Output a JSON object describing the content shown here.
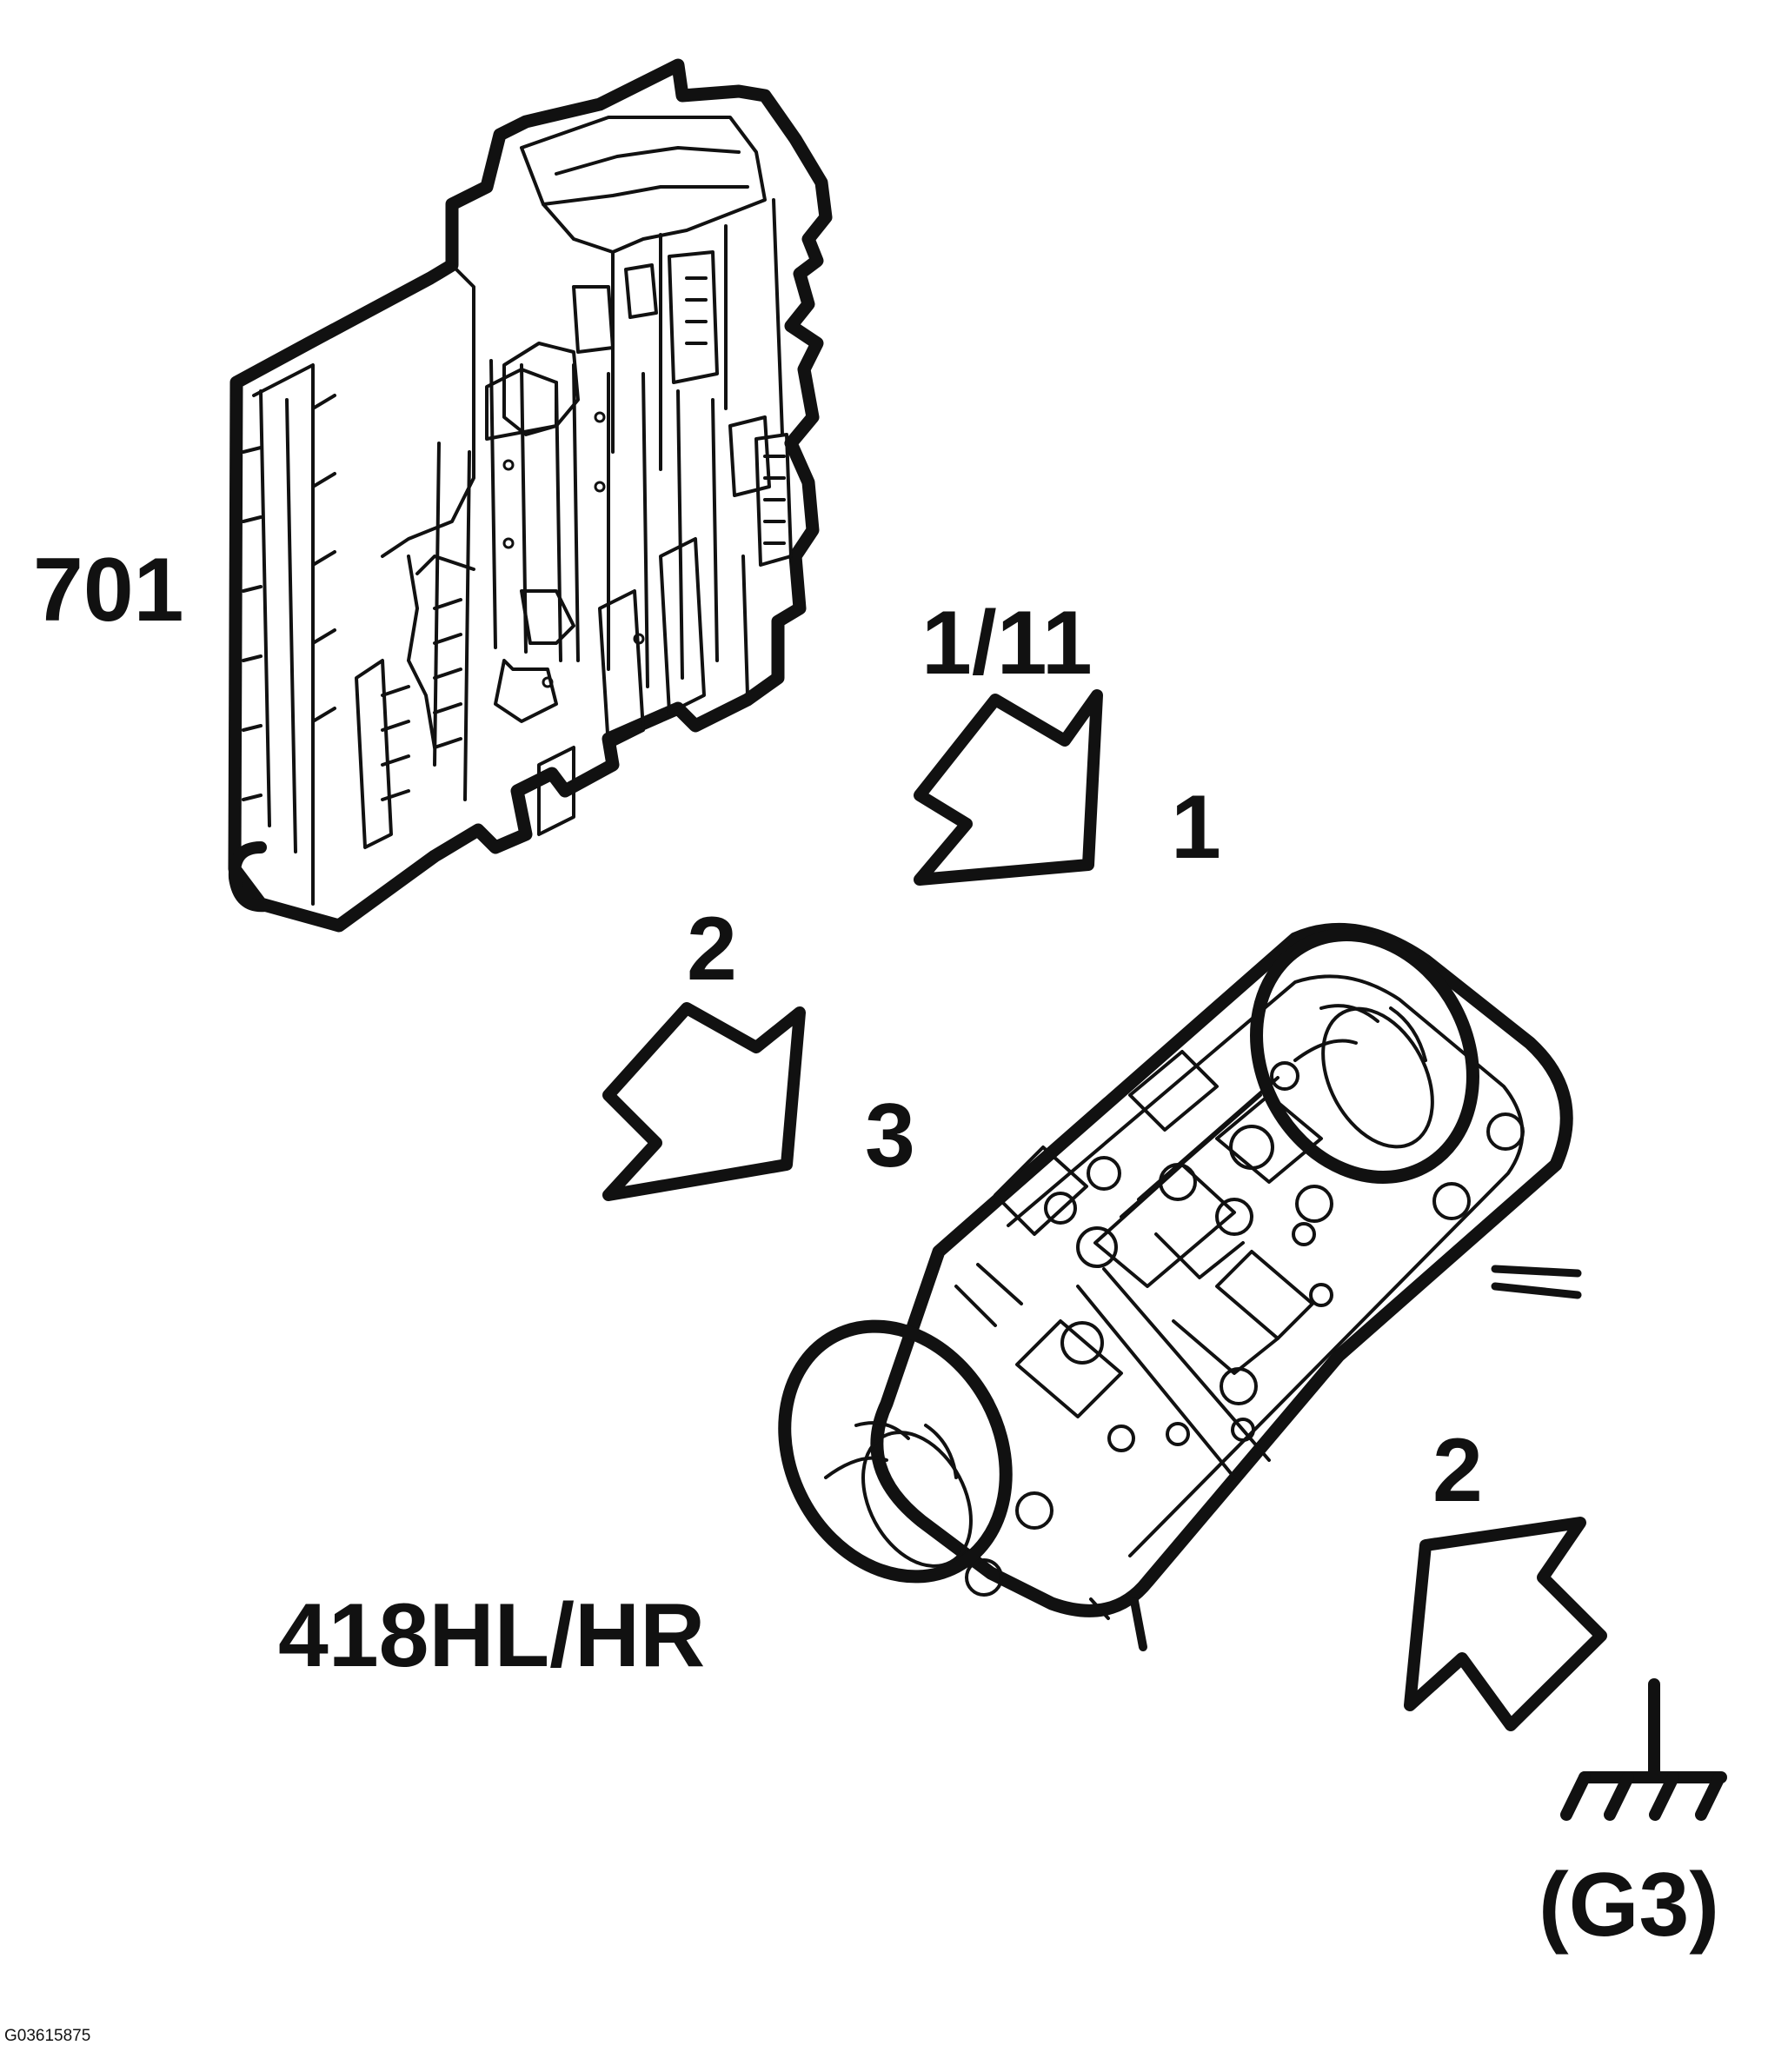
{
  "colors": {
    "ink": "#111111",
    "background": "#ffffff"
  },
  "labels": {
    "module_701": "701",
    "module_418": "418HL/HR",
    "connector_top": "1/11",
    "pin_1": "1",
    "pin_2_mid": "2",
    "pin_3": "3",
    "pin_2_bottom": "2",
    "ground_point": "(G3)",
    "figure_code": "G03615875"
  },
  "icons": [
    "fuse-relay-box-icon",
    "rear-lamp-unit-icon",
    "connector-arrow-icon",
    "ground-symbol-icon"
  ]
}
